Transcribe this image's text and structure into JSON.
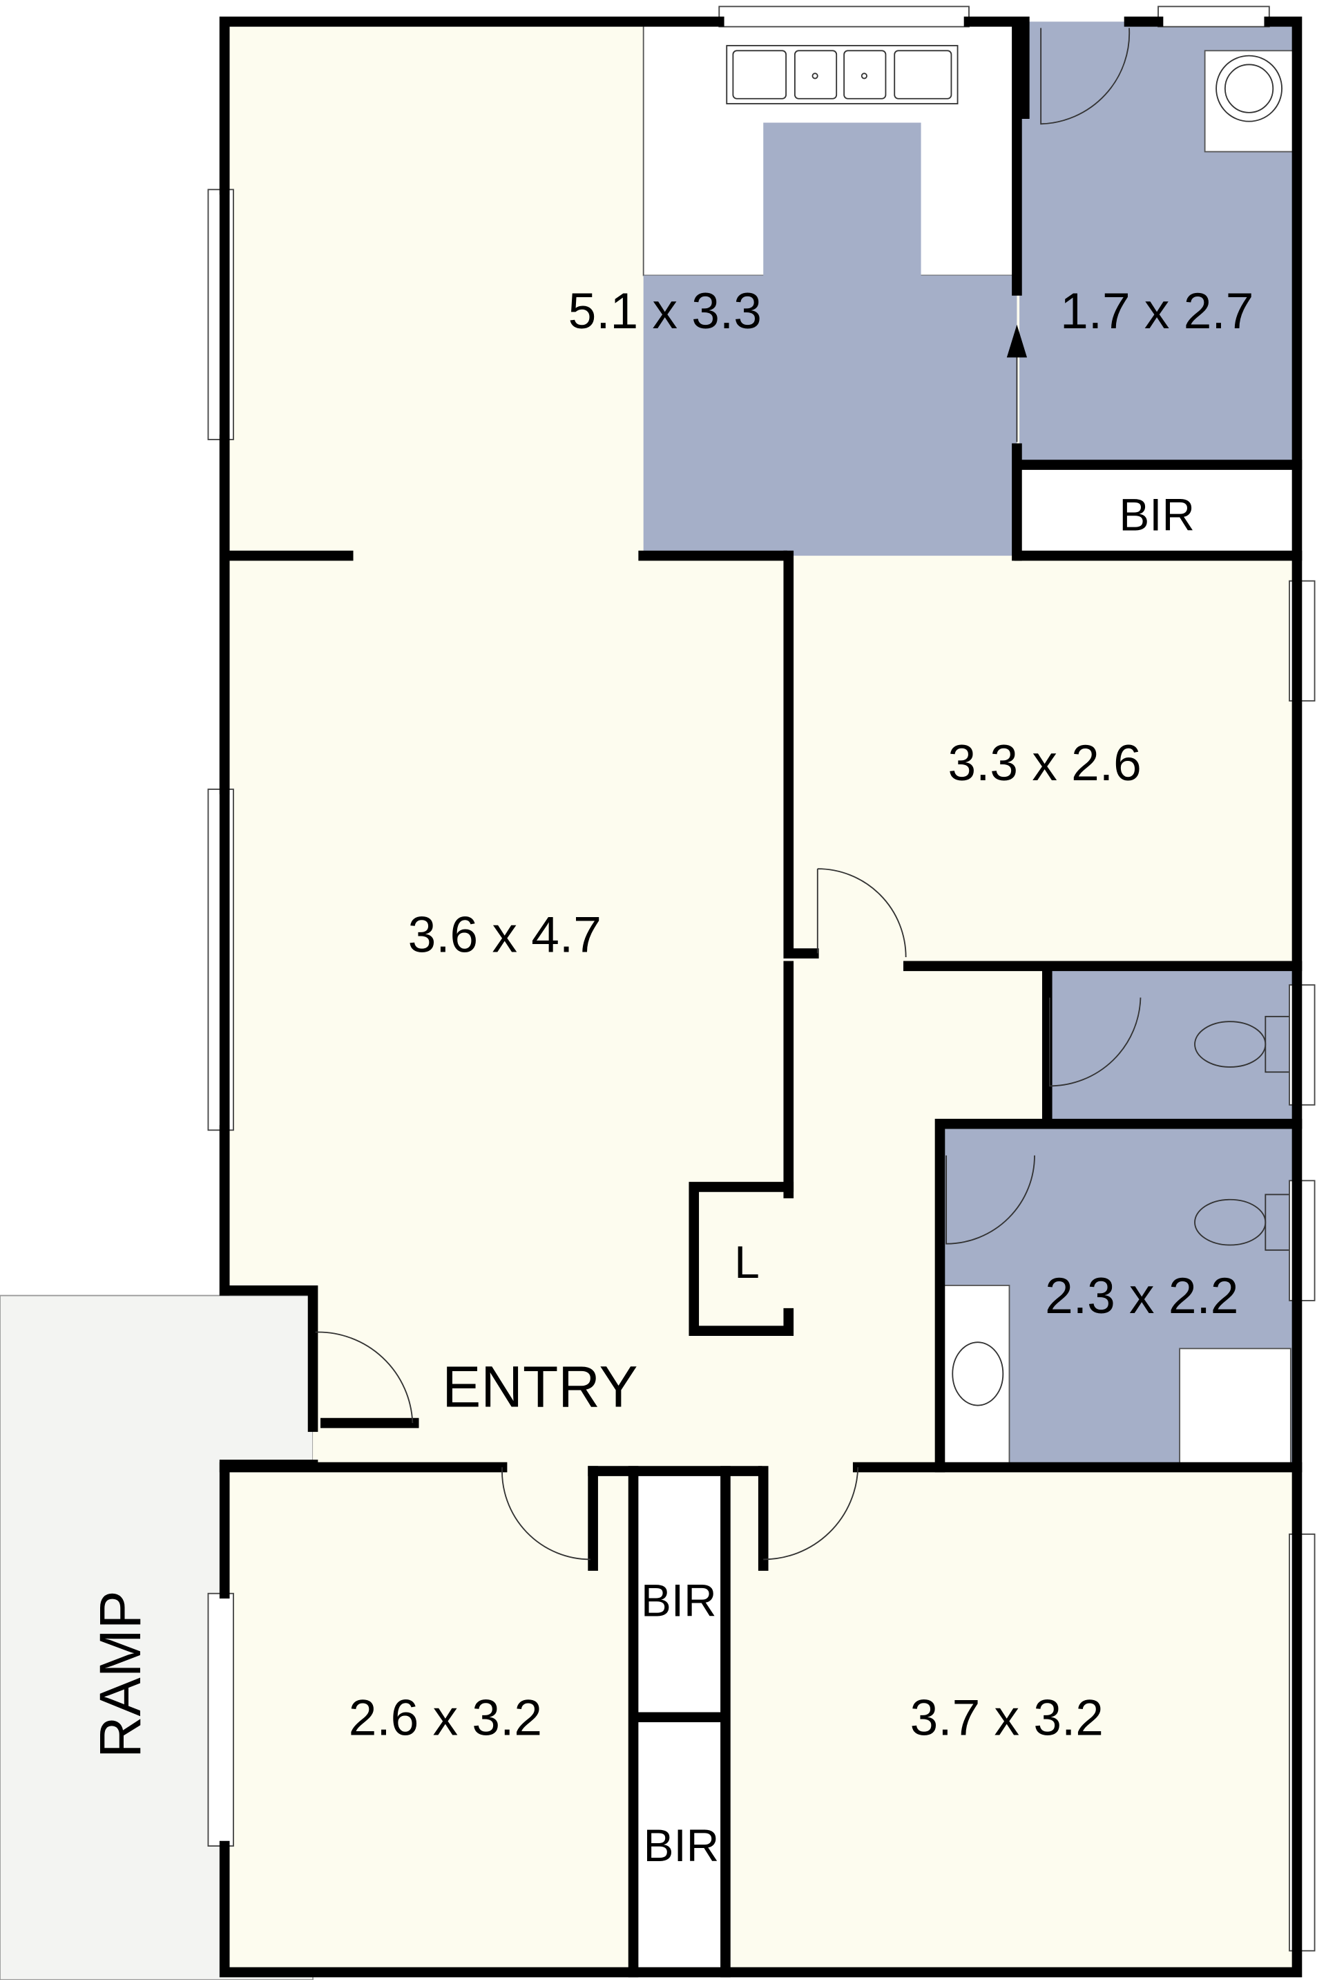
{
  "colors": {
    "living": "#fdfcef",
    "wet": "#a5afc8",
    "ramp": "#f3f4f2",
    "wall": "#000000"
  },
  "rooms": {
    "kitchen": "5.1 x 3.3",
    "laundry": "1.7 x 2.7",
    "bir_top": "BIR",
    "bedroom_1": "3.3 x 2.6",
    "living": "3.6 x 4.7",
    "linen": "L",
    "entry": "ENTRY",
    "bathroom": "2.3 x 2.2",
    "bedroom_2": "2.6 x 3.2",
    "bir_mid": "BIR",
    "bir_low": "BIR",
    "bedroom_3": "3.7 x 3.2",
    "ramp": "RAMP"
  }
}
